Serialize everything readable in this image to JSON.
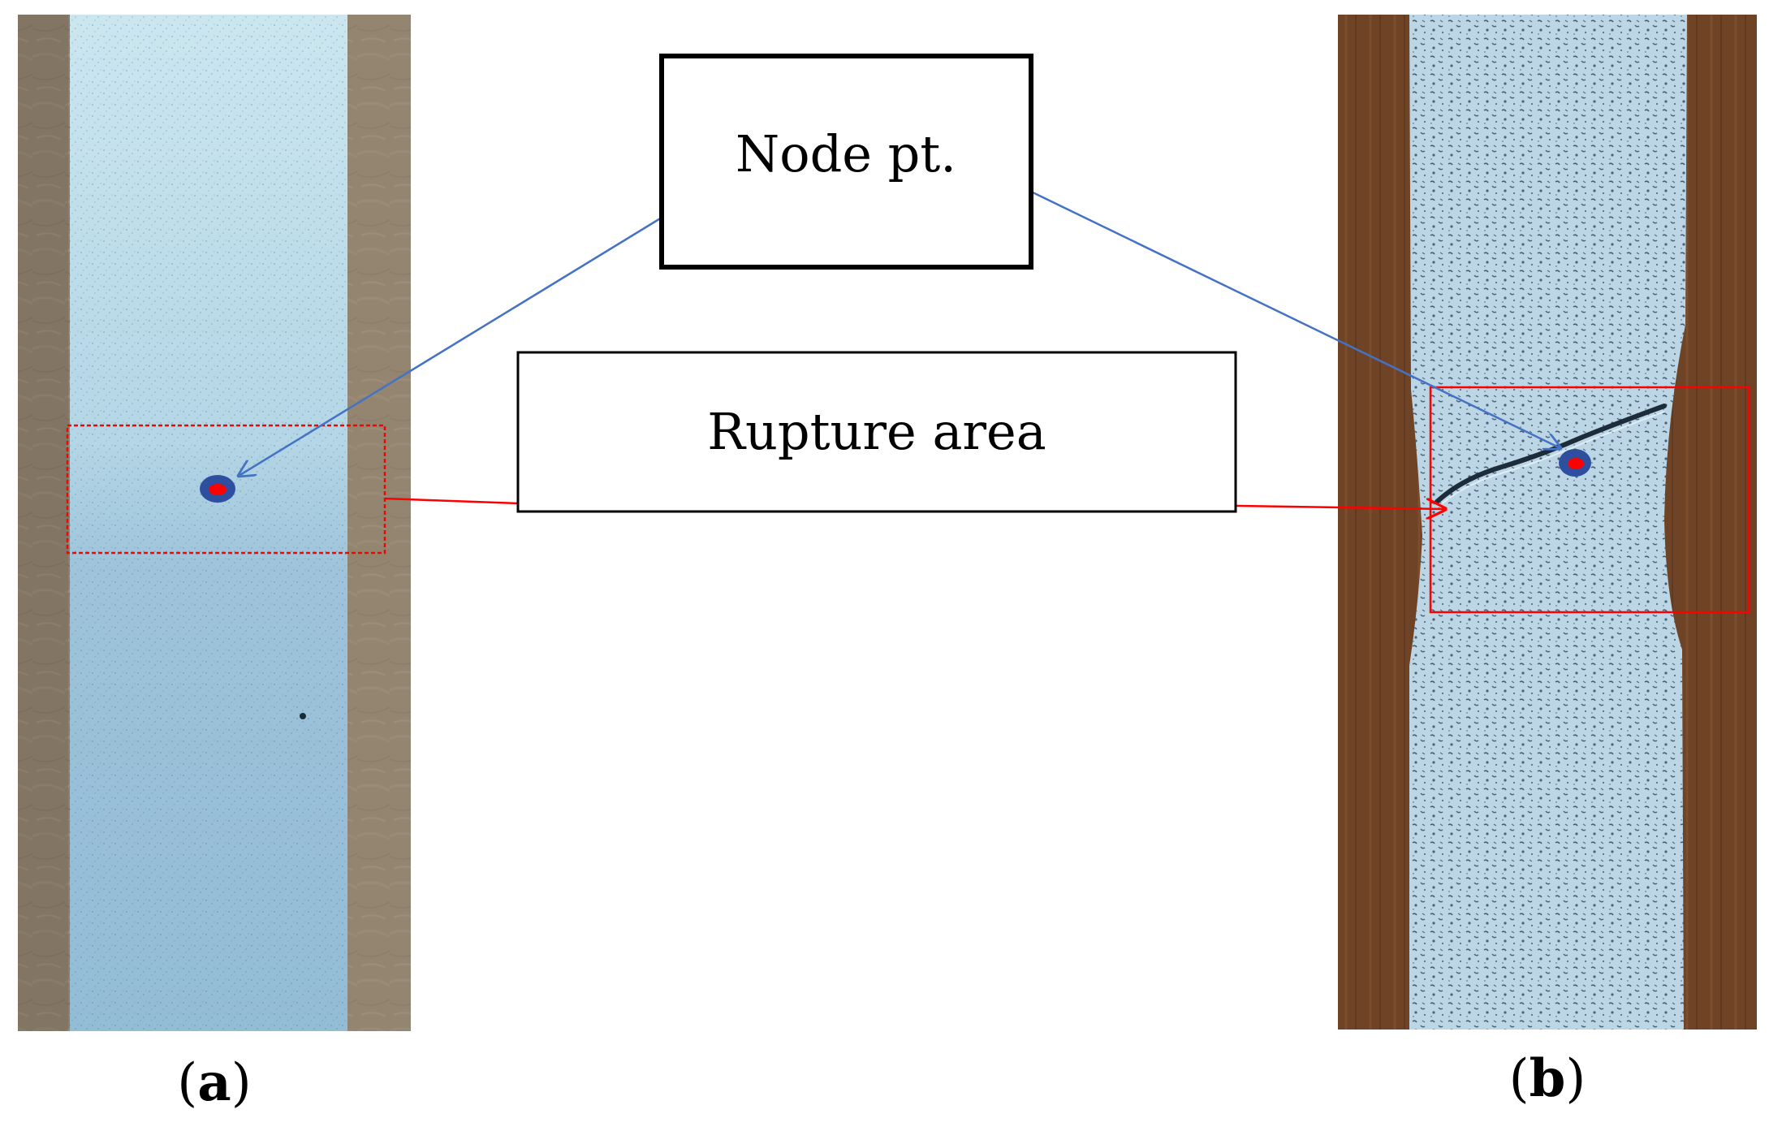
{
  "callouts": {
    "node_label": "Node pt.",
    "rupture_label": "Rupture area"
  },
  "panels": {
    "a": {
      "open": "(",
      "letter": "a",
      "close": ")"
    },
    "b": {
      "open": "(",
      "letter": "b",
      "close": ")"
    }
  },
  "colors": {
    "node_arrow": "#4472C4",
    "rupture_arrow": "#FF0000",
    "node_marker_ring": "#2E4FA0",
    "node_marker_core": "#FF0000",
    "wood_left": "#8C7B68",
    "wood_right": "#6B4023",
    "specimen_a_top": "#C3E0EC",
    "specimen_a_bottom": "#8FB8D2",
    "specimen_b": "#BCD6E6"
  }
}
